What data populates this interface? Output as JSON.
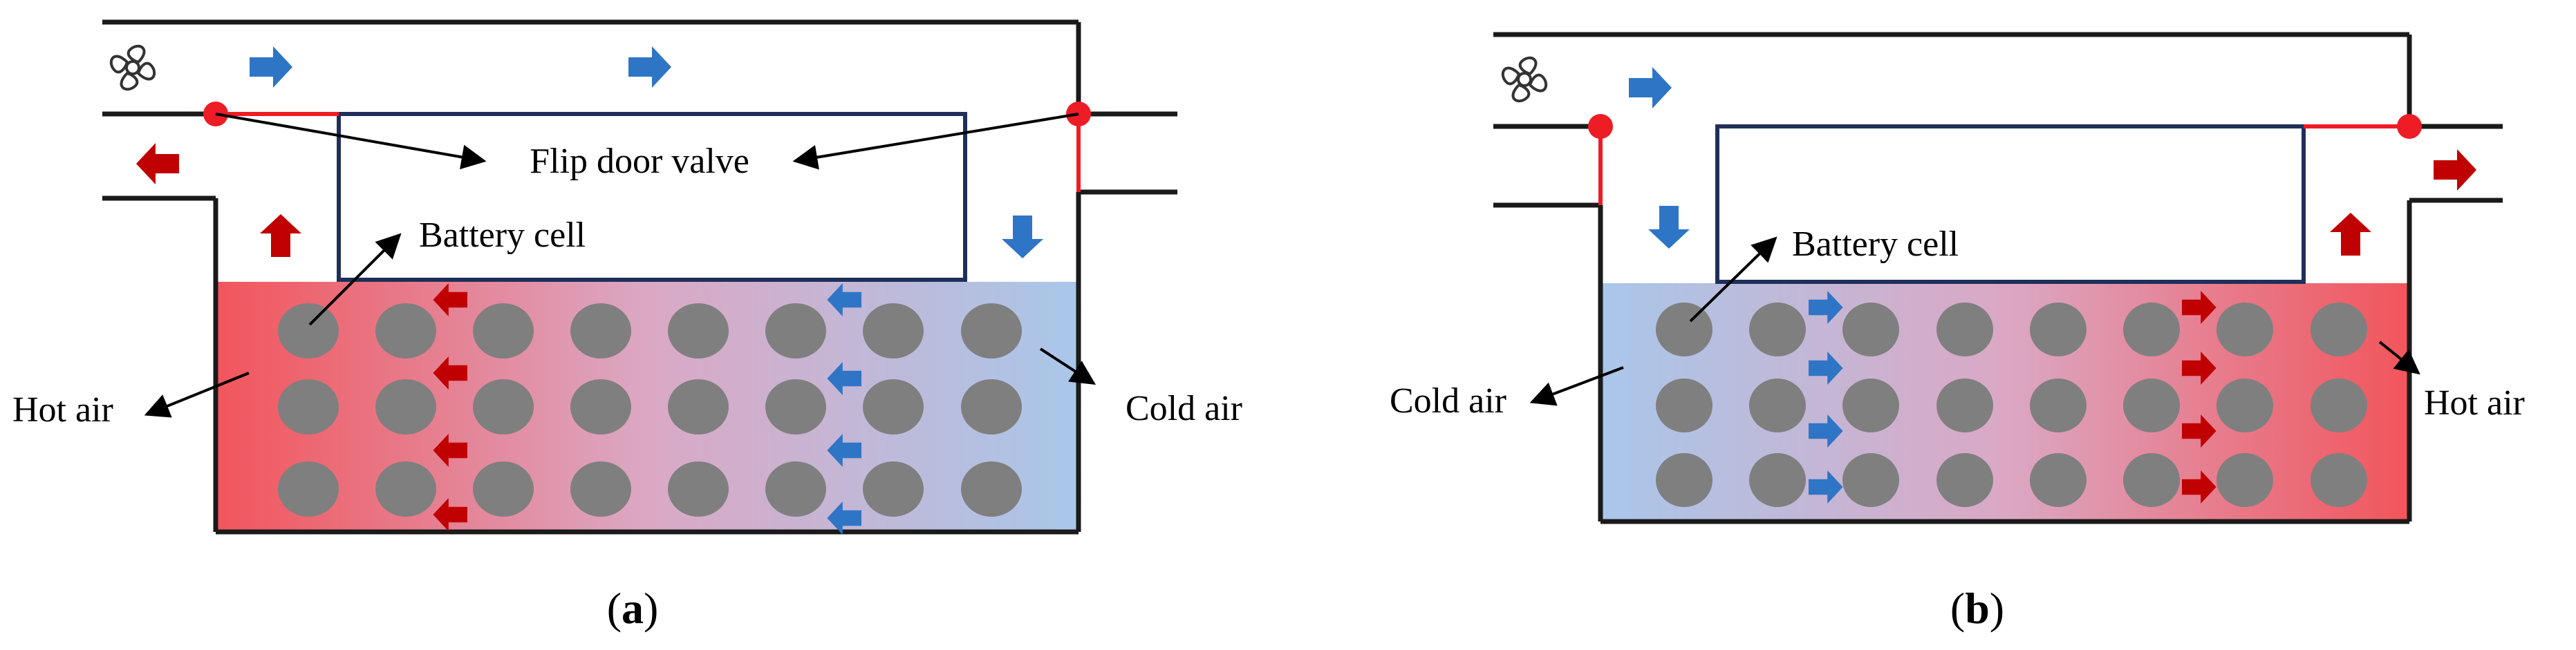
{
  "panels": [
    {
      "id": "a",
      "caption_open": "(",
      "caption_letter": "a",
      "caption_close": ")",
      "valve_label": "Flip door valve",
      "cell_label": "Battery cell",
      "hot_label": "Hot air",
      "cold_label": "Cold air"
    },
    {
      "id": "b",
      "caption_open": "(",
      "caption_letter": "b",
      "caption_close": ")",
      "cell_label": "Battery cell",
      "hot_label": "Hot air",
      "cold_label": "Cold air"
    }
  ],
  "colors": {
    "hot": "#f2555b",
    "cold": "#a9c7ea",
    "mid": "#dba8c4",
    "hot_arrow": "#c00000",
    "cold_arrow": "#2e75c6",
    "valve": "#ee1c24",
    "cell": "#7f7f7f",
    "frame": "#1a1a1a",
    "battery_box": "#1f2f5a"
  },
  "icons": {
    "fan": "fan-icon"
  }
}
